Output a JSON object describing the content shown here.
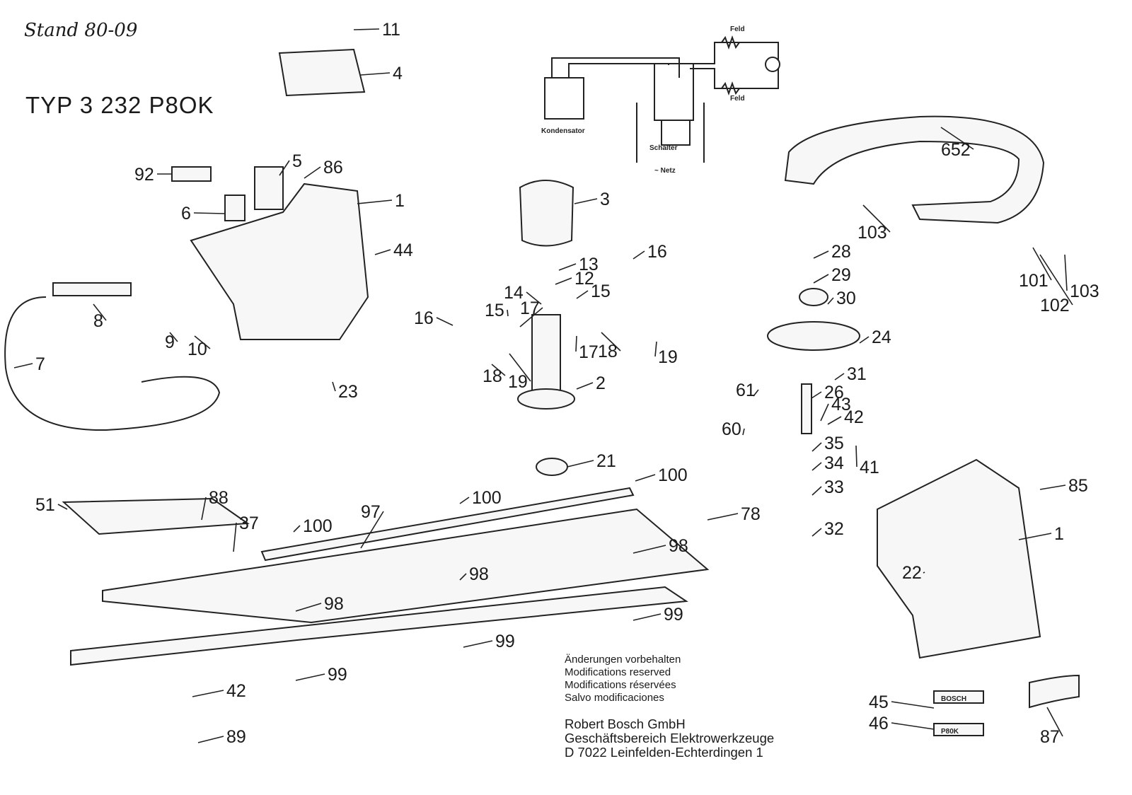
{
  "header": {
    "stand": "Stand 80-09",
    "title": "TYP  3 232  P8OK"
  },
  "wiring": {
    "feld_top": "Feld",
    "feld_bottom": "Feld",
    "kondensator": "Kondensator",
    "schalter": "Schalter",
    "netz": "~ Netz"
  },
  "labels": [
    {
      "id": "11",
      "text": "11"
    },
    {
      "id": "4",
      "text": "4"
    },
    {
      "id": "92",
      "text": "92"
    },
    {
      "id": "5",
      "text": "5"
    },
    {
      "id": "86",
      "text": "86"
    },
    {
      "id": "6",
      "text": "6"
    },
    {
      "id": "1a",
      "text": "1"
    },
    {
      "id": "3",
      "text": "3"
    },
    {
      "id": "44",
      "text": "44"
    },
    {
      "id": "8",
      "text": "8"
    },
    {
      "id": "9",
      "text": "9"
    },
    {
      "id": "10",
      "text": "10"
    },
    {
      "id": "7",
      "text": "7"
    },
    {
      "id": "23",
      "text": "23"
    },
    {
      "id": "13",
      "text": "13"
    },
    {
      "id": "12",
      "text": "12"
    },
    {
      "id": "14",
      "text": "14"
    },
    {
      "id": "15a",
      "text": "15"
    },
    {
      "id": "15b",
      "text": "15"
    },
    {
      "id": "17a",
      "text": "17"
    },
    {
      "id": "16a",
      "text": "16"
    },
    {
      "id": "16b",
      "text": "16"
    },
    {
      "id": "17b",
      "text": "17"
    },
    {
      "id": "18a",
      "text": "18"
    },
    {
      "id": "18b",
      "text": "18"
    },
    {
      "id": "19a",
      "text": "19"
    },
    {
      "id": "19b",
      "text": "19"
    },
    {
      "id": "2",
      "text": "2"
    },
    {
      "id": "21",
      "text": "21"
    },
    {
      "id": "652",
      "text": "652"
    },
    {
      "id": "103a",
      "text": "103"
    },
    {
      "id": "28",
      "text": "28"
    },
    {
      "id": "29",
      "text": "29"
    },
    {
      "id": "30",
      "text": "30"
    },
    {
      "id": "101",
      "text": "101"
    },
    {
      "id": "102",
      "text": "102"
    },
    {
      "id": "103b",
      "text": "103"
    },
    {
      "id": "24",
      "text": "24"
    },
    {
      "id": "31",
      "text": "31"
    },
    {
      "id": "61",
      "text": "61"
    },
    {
      "id": "26",
      "text": "26"
    },
    {
      "id": "43",
      "text": "43"
    },
    {
      "id": "42a",
      "text": "42"
    },
    {
      "id": "60",
      "text": "60"
    },
    {
      "id": "35",
      "text": "35"
    },
    {
      "id": "41",
      "text": "41"
    },
    {
      "id": "34",
      "text": "34"
    },
    {
      "id": "33",
      "text": "33"
    },
    {
      "id": "32",
      "text": "32"
    },
    {
      "id": "85",
      "text": "85"
    },
    {
      "id": "1b",
      "text": "1"
    },
    {
      "id": "22",
      "text": "22"
    },
    {
      "id": "51",
      "text": "51"
    },
    {
      "id": "88",
      "text": "88"
    },
    {
      "id": "37",
      "text": "37"
    },
    {
      "id": "100a",
      "text": "100"
    },
    {
      "id": "97",
      "text": "97"
    },
    {
      "id": "100b",
      "text": "100"
    },
    {
      "id": "100c",
      "text": "100"
    },
    {
      "id": "78",
      "text": "78"
    },
    {
      "id": "98a",
      "text": "98"
    },
    {
      "id": "98b",
      "text": "98"
    },
    {
      "id": "98c",
      "text": "98"
    },
    {
      "id": "99a",
      "text": "99"
    },
    {
      "id": "99b",
      "text": "99"
    },
    {
      "id": "99c",
      "text": "99"
    },
    {
      "id": "42b",
      "text": "42"
    },
    {
      "id": "89",
      "text": "89"
    },
    {
      "id": "45",
      "text": "45"
    },
    {
      "id": "46",
      "text": "46"
    },
    {
      "id": "87",
      "text": "87"
    }
  ],
  "nameplates": {
    "bosch": "BOSCH",
    "model": "P80K"
  },
  "notes": [
    "Änderungen vorbehalten",
    "Modifications reserved",
    "Modifications réservées",
    "Salvo modificaciones"
  ],
  "company": [
    "Robert Bosch GmbH",
    "Geschäftsbereich Elektrowerkzeuge",
    "D 7022 Leinfelden-Echterdingen 1"
  ]
}
